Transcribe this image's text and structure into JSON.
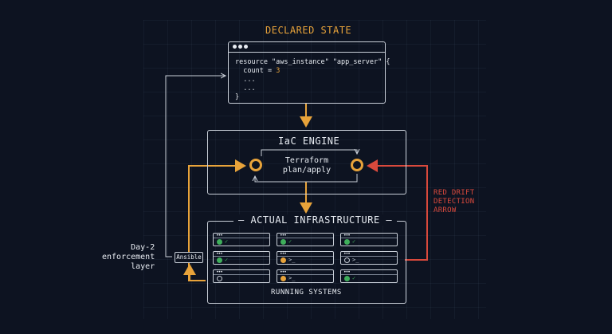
{
  "declared_state": {
    "title": "DECLARED STATE",
    "code_lines": [
      "resource \"aws_instance\" \"app_server\" {",
      "  count = ",
      "  ...",
      "  ...",
      "}"
    ],
    "count_value": "3"
  },
  "engine": {
    "title": "IaC ENGINE",
    "process_label": "Terraform\nplan/apply"
  },
  "infrastructure": {
    "title": "ACTUAL INFRASTRUCTURE",
    "footer": "RUNNING SYSTEMS",
    "nodes": [
      {
        "status": "ok",
        "glyph": "✓"
      },
      {
        "status": "ok",
        "glyph": "✓"
      },
      {
        "status": "ok",
        "glyph": "✓"
      },
      {
        "status": "ok",
        "glyph": "✓"
      },
      {
        "status": "warn",
        "glyph": ">_"
      },
      {
        "status": "pending",
        "glyph": ">_"
      },
      {
        "status": "pending",
        "glyph": ""
      },
      {
        "status": "warn",
        "glyph": ">_"
      },
      {
        "status": "ok",
        "glyph": "✓"
      }
    ]
  },
  "day2_label": "Day-2\nenforcement\nlayer",
  "ansible_label": "Ansible",
  "drift_label": "RED DRIFT\nDETECTION\nARROW",
  "colors": {
    "background": "#0d1321",
    "accent_orange": "#e8a33a",
    "drift_red": "#d9493c",
    "ok_green": "#3fae5b",
    "line": "#c9cfd8"
  }
}
